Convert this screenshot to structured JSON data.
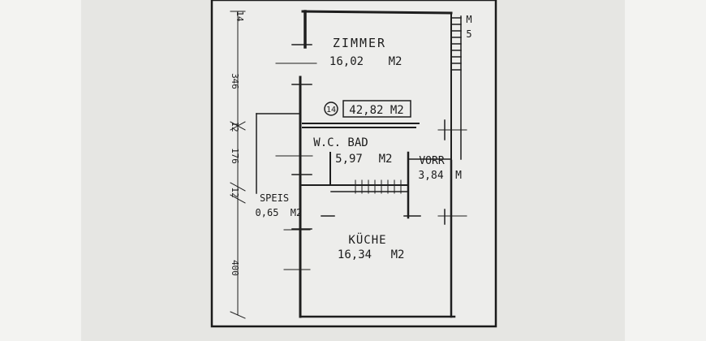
{
  "rooms": {
    "zimmer": {
      "name": "ZIMMER",
      "area": "16,02",
      "unit": "M2"
    },
    "wc_bad": {
      "name": "W.C. BAD",
      "area": "5,97",
      "unit": "M2"
    },
    "vorr": {
      "name": "VORR",
      "area": "3,84",
      "unit": "M"
    },
    "speis": {
      "name": "SPEIS",
      "area": "0,65",
      "unit": "M2"
    },
    "kuche": {
      "name": "KÜCHE",
      "area": "16,34",
      "unit": "M2"
    }
  },
  "unit_label": {
    "number": "14",
    "total_area": "42,82 M2"
  },
  "dimensions": {
    "d1": "14",
    "d2": "346",
    "d3": "12",
    "d4": "176",
    "d5": "12",
    "d6": "400"
  },
  "side_marks": {
    "m": "M",
    "five": "5"
  }
}
